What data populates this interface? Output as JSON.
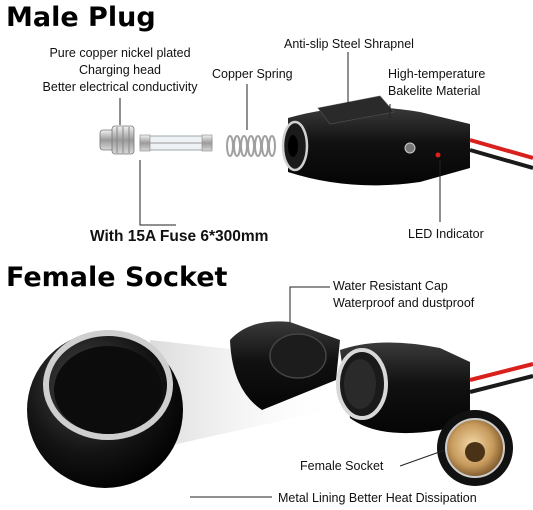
{
  "male": {
    "heading": "Male Plug",
    "copper_head": [
      "Pure copper nickel plated",
      "Charging head",
      "Better electrical conductivity"
    ],
    "spring": "Copper Spring",
    "shrapnel": "Anti-slip Steel Shrapnel",
    "bakelite": [
      "High-temperature",
      "Bakelite Material"
    ],
    "fuse": "With 15A Fuse 6*300mm",
    "led": "LED Indicator"
  },
  "female": {
    "heading": "Female Socket",
    "cap": [
      "Water Resistant Cap",
      "Waterproof and dustproof"
    ],
    "socket": "Female Socket",
    "lining": "Metal Lining Better Heat Dissipation"
  },
  "colors": {
    "plug_body": "#141414",
    "wire_red": "#d9201c",
    "led": "#e02020",
    "metal": "#c9c9c9",
    "copper": "#c08a4a"
  }
}
